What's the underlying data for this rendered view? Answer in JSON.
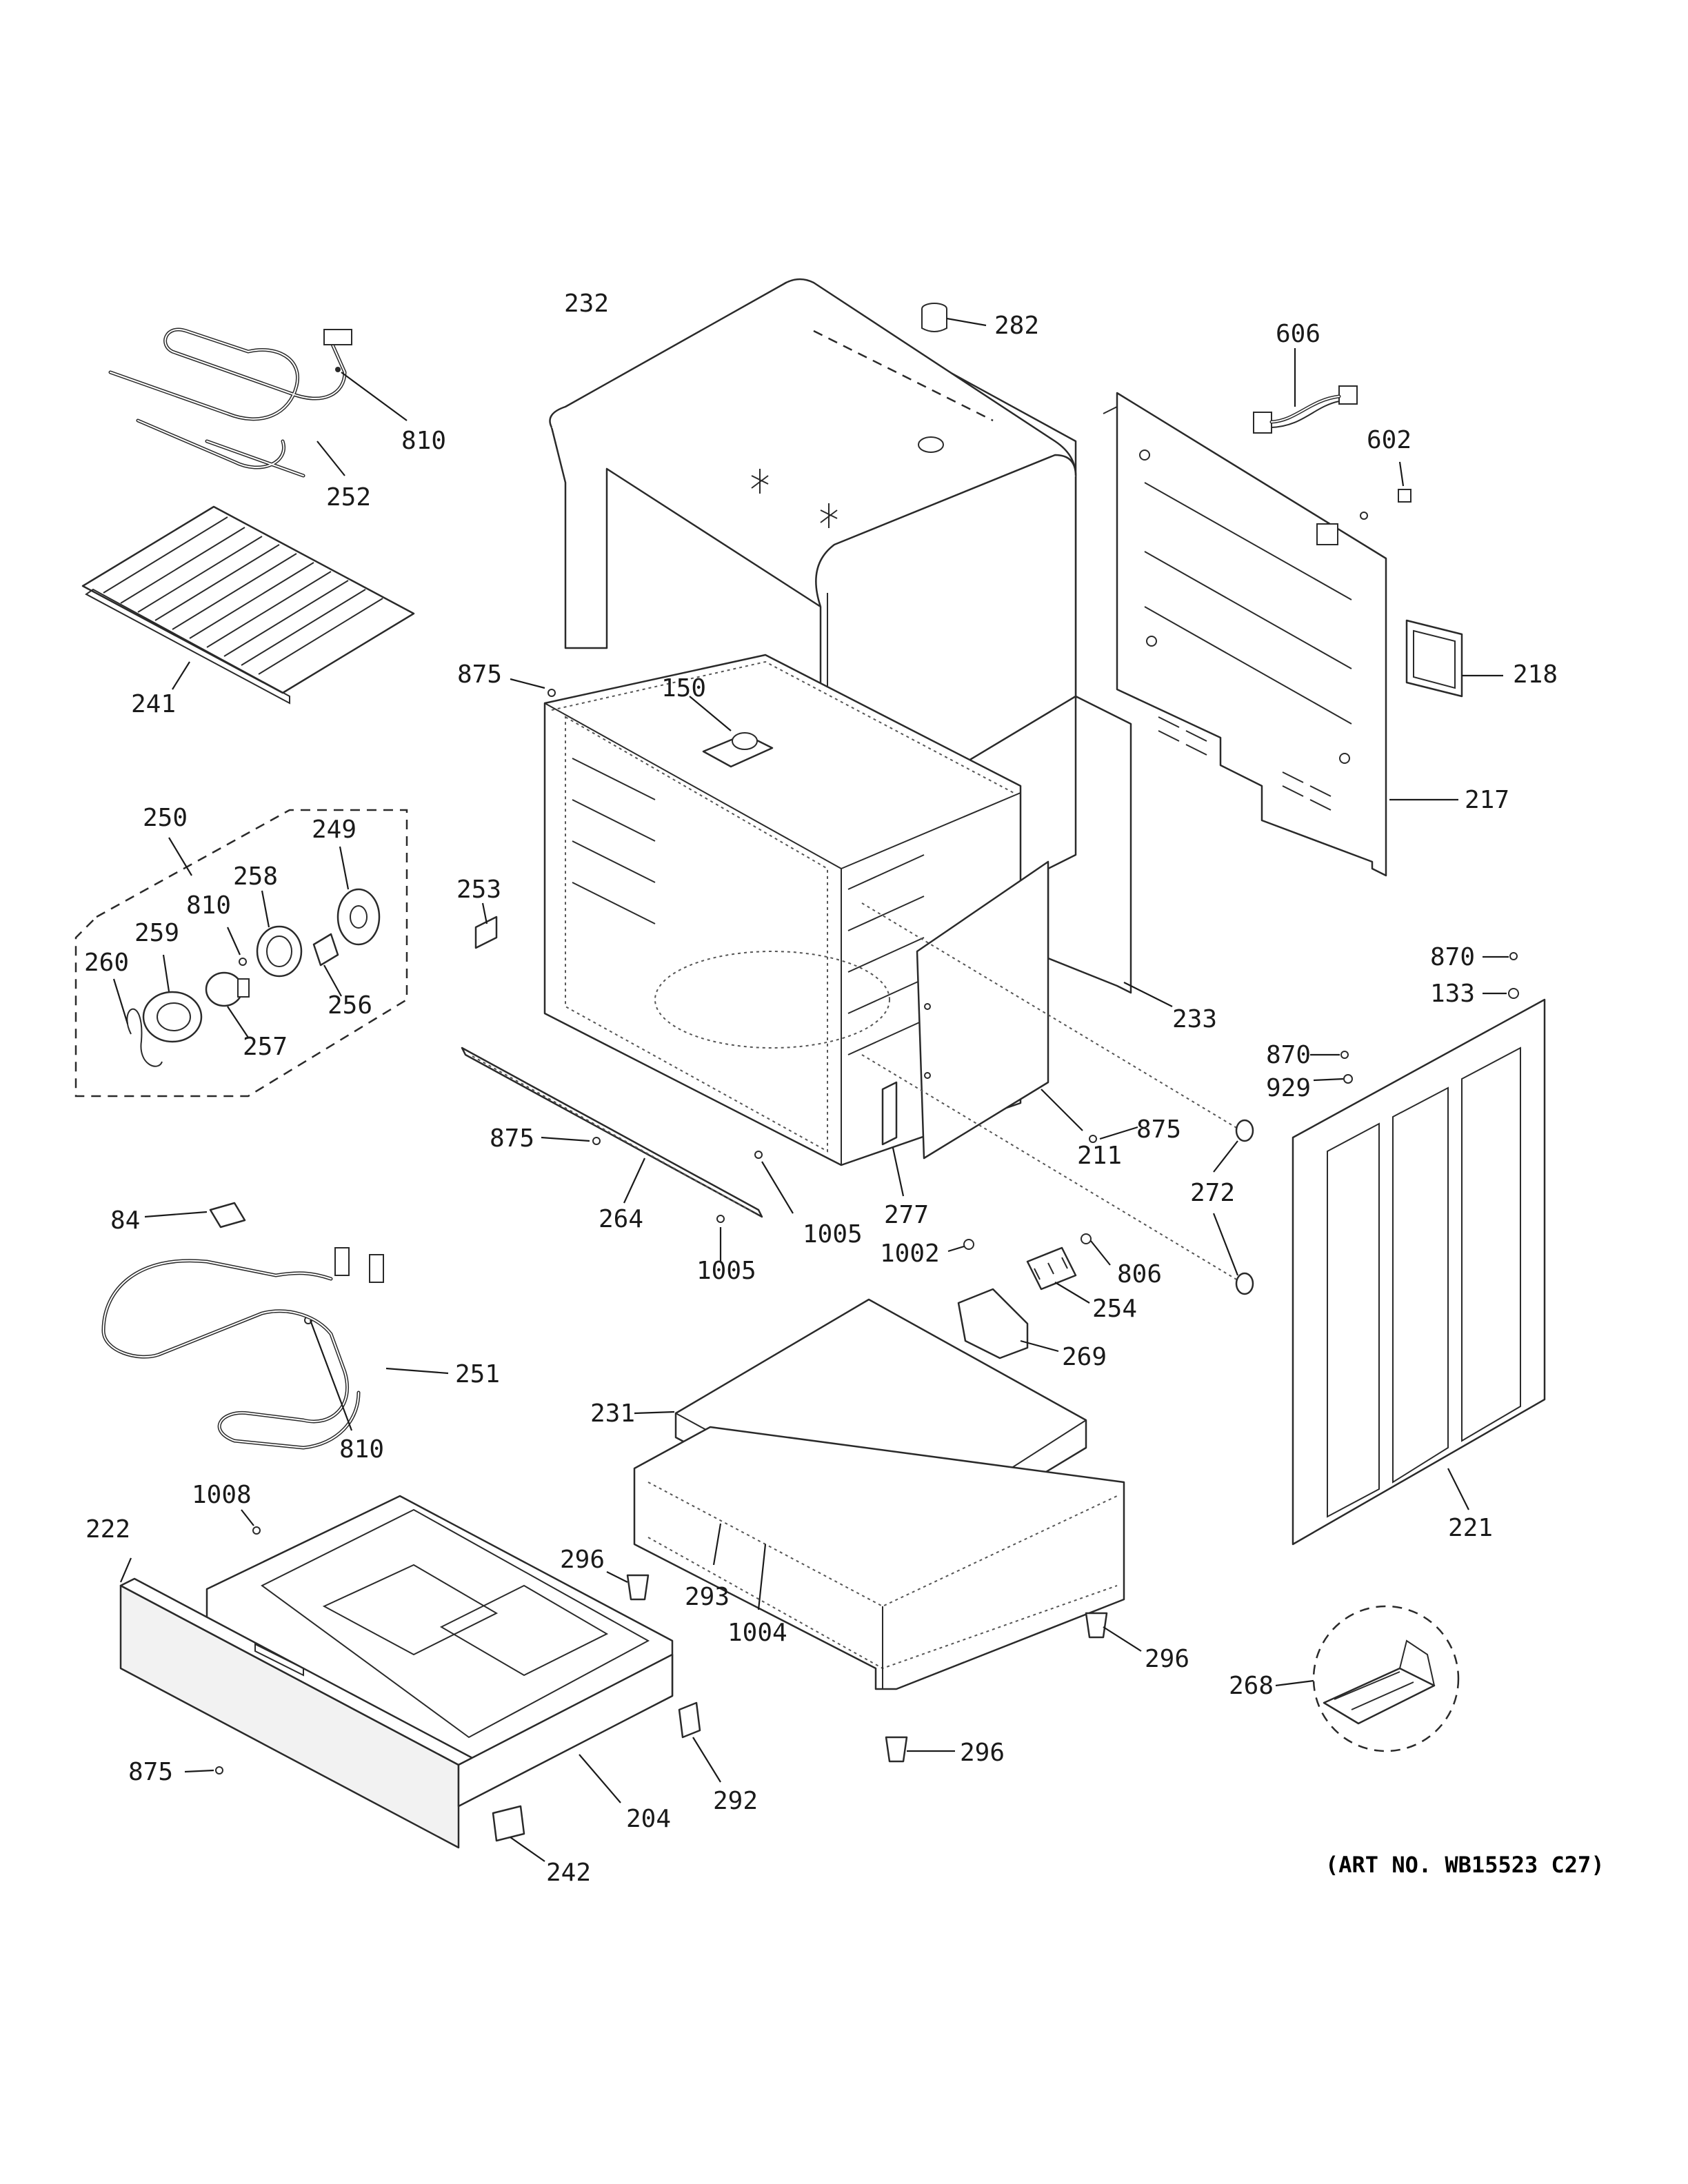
{
  "diagram": {
    "art_number": "(ART NO. WB15523 C27)",
    "callouts": [
      {
        "id": "232",
        "text": "232"
      },
      {
        "id": "282",
        "text": "282"
      },
      {
        "id": "606",
        "text": "606"
      },
      {
        "id": "602",
        "text": "602"
      },
      {
        "id": "810a",
        "text": "810"
      },
      {
        "id": "252",
        "text": "252"
      },
      {
        "id": "241",
        "text": "241"
      },
      {
        "id": "875a",
        "text": "875"
      },
      {
        "id": "150",
        "text": "150"
      },
      {
        "id": "218",
        "text": "218"
      },
      {
        "id": "217",
        "text": "217"
      },
      {
        "id": "250",
        "text": "250"
      },
      {
        "id": "249",
        "text": "249"
      },
      {
        "id": "258",
        "text": "258"
      },
      {
        "id": "810b",
        "text": "810"
      },
      {
        "id": "259",
        "text": "259"
      },
      {
        "id": "260",
        "text": "260"
      },
      {
        "id": "256",
        "text": "256"
      },
      {
        "id": "257",
        "text": "257"
      },
      {
        "id": "253",
        "text": "253"
      },
      {
        "id": "233",
        "text": "233"
      },
      {
        "id": "870a",
        "text": "870"
      },
      {
        "id": "133",
        "text": "133"
      },
      {
        "id": "870b",
        "text": "870"
      },
      {
        "id": "929",
        "text": "929"
      },
      {
        "id": "875b",
        "text": "875"
      },
      {
        "id": "875c",
        "text": "875"
      },
      {
        "id": "211",
        "text": "211"
      },
      {
        "id": "272",
        "text": "272"
      },
      {
        "id": "264",
        "text": "264"
      },
      {
        "id": "1005a",
        "text": "1005"
      },
      {
        "id": "277",
        "text": "277"
      },
      {
        "id": "84",
        "text": "84"
      },
      {
        "id": "1005b",
        "text": "1005"
      },
      {
        "id": "1002",
        "text": "1002"
      },
      {
        "id": "806",
        "text": "806"
      },
      {
        "id": "254",
        "text": "254"
      },
      {
        "id": "251",
        "text": "251"
      },
      {
        "id": "269",
        "text": "269"
      },
      {
        "id": "231",
        "text": "231"
      },
      {
        "id": "810c",
        "text": "810"
      },
      {
        "id": "1008",
        "text": "1008"
      },
      {
        "id": "222",
        "text": "222"
      },
      {
        "id": "296a",
        "text": "296"
      },
      {
        "id": "293",
        "text": "293"
      },
      {
        "id": "1004",
        "text": "1004"
      },
      {
        "id": "221",
        "text": "221"
      },
      {
        "id": "296b",
        "text": "296"
      },
      {
        "id": "268",
        "text": "268"
      },
      {
        "id": "296c",
        "text": "296"
      },
      {
        "id": "875d",
        "text": "875"
      },
      {
        "id": "204",
        "text": "204"
      },
      {
        "id": "292",
        "text": "292"
      },
      {
        "id": "242",
        "text": "242"
      }
    ]
  }
}
